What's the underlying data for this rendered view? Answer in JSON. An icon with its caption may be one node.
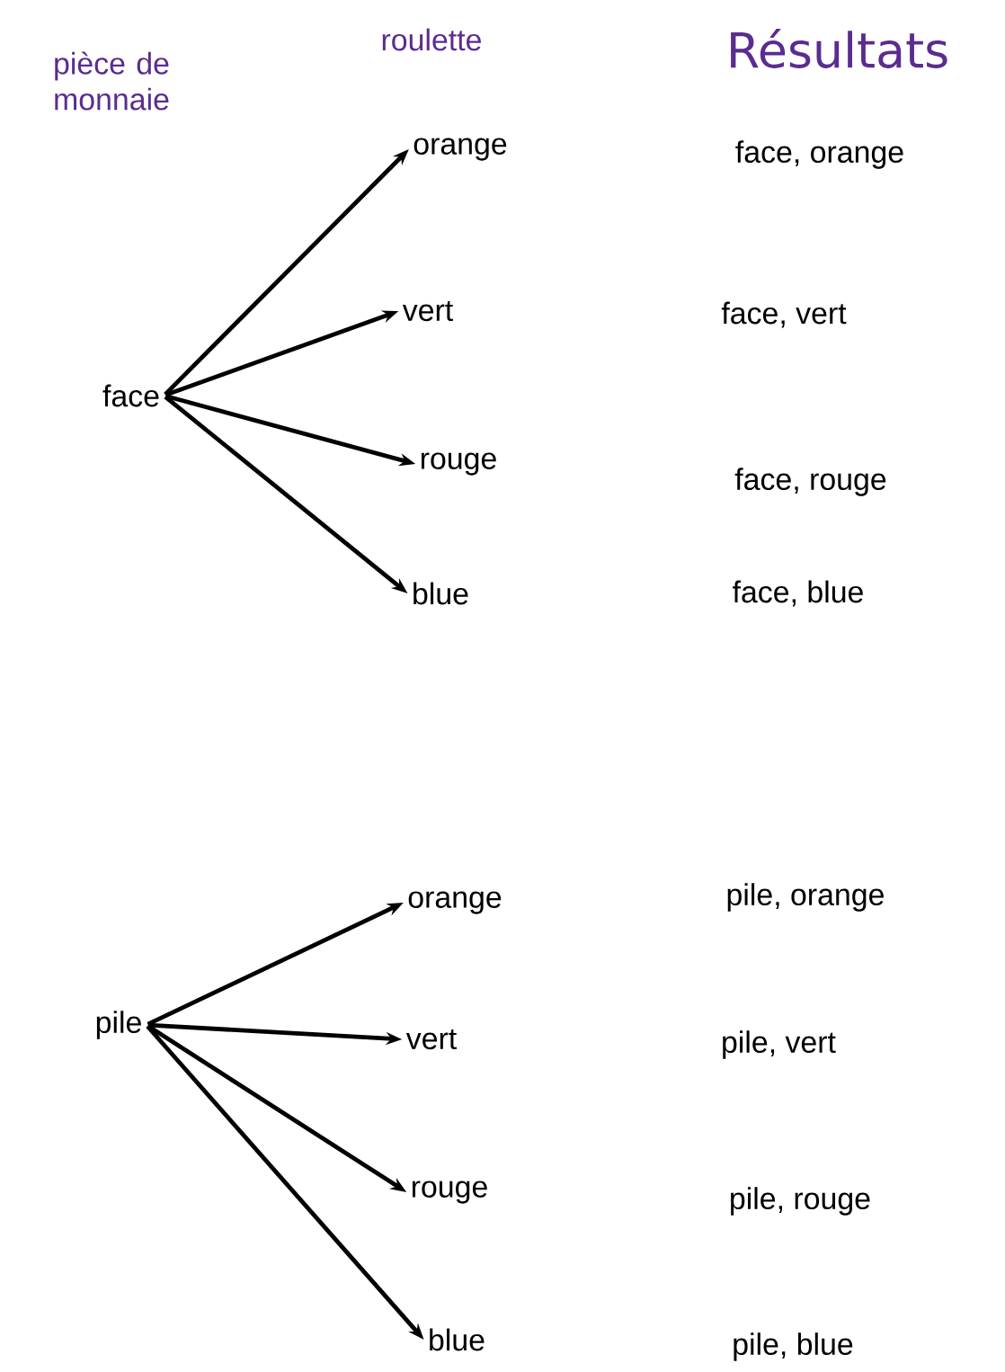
{
  "diagram": {
    "nodes": [
      {
        "text": [
          "face"
        ]
      },
      {
        "text": [
          "orange"
        ]
      },
      {
        "text": [
          "vert"
        ]
      },
      {
        "text": [
          "rouge"
        ]
      },
      {
        "text": [
          "blue"
        ]
      },
      {
        "text": [
          "pile"
        ]
      },
      {
        "text": [
          "orange"
        ]
      },
      {
        "text": [
          "vert"
        ]
      },
      {
        "text": [
          "rouge"
        ]
      },
      {
        "text": [
          "blue"
        ]
      }
    ],
    "edges": [
      {
        "from": 0,
        "to": 1,
        "arrow": "to"
      },
      {
        "from": 0,
        "to": 2,
        "arrow": "to"
      },
      {
        "from": 0,
        "to": 3,
        "arrow": "to"
      },
      {
        "from": 0,
        "to": 4,
        "arrow": "to"
      },
      {
        "from": 5,
        "to": 6,
        "arrow": "to"
      },
      {
        "from": 5,
        "to": 7,
        "arrow": "to"
      },
      {
        "from": 5,
        "to": 8,
        "arrow": "to"
      },
      {
        "from": 5,
        "to": 9,
        "arrow": "to"
      }
    ],
    "labels": [
      "pièce de monnaie",
      "roulette",
      "Résultats",
      "face, orange",
      "face, vert",
      "face, rouge",
      "face, blue",
      "pile, orange",
      "pile, vert",
      "pile, rouge",
      "pile, blue"
    ]
  }
}
